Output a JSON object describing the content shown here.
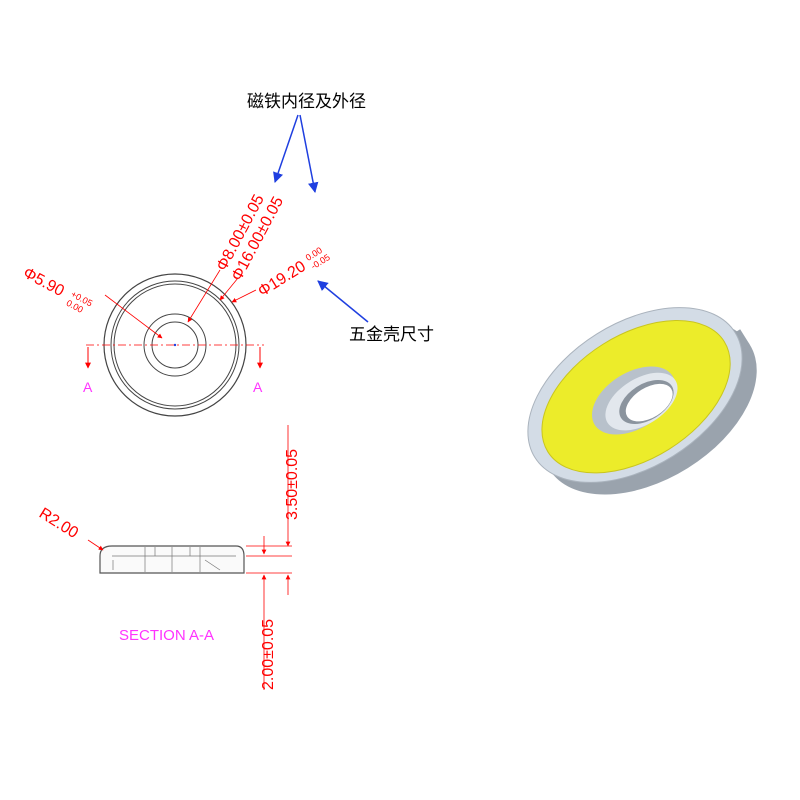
{
  "annotations": {
    "magnet_diameters": "磁铁内径及外径",
    "shell_size": "五金壳尺寸"
  },
  "dimensions": {
    "d_inner_hole": {
      "symbol": "Φ",
      "value": "5.90",
      "tol_upper": "+0.05",
      "tol_lower": "0.00"
    },
    "d_magnet_inner": "Φ8.00±0.05",
    "d_magnet_outer": "Φ16.00±0.05",
    "d_shell_outer": {
      "symbol": "Φ",
      "value": "19.20",
      "tol_upper": "0.00",
      "tol_lower": "-0.05"
    },
    "radius": "R2.00",
    "height_total": "3.50±0.05",
    "height_magnet": "2.00±0.05"
  },
  "section": {
    "marker_left": "A",
    "marker_right": "A",
    "title": "SECTION A-A"
  },
  "colors": {
    "dimension": "#ff0000",
    "callout_arrow": "#1f3fe0",
    "section_text": "#ff33ff",
    "magnet_face": "#ecec2a",
    "shell": "#d3dce6"
  }
}
